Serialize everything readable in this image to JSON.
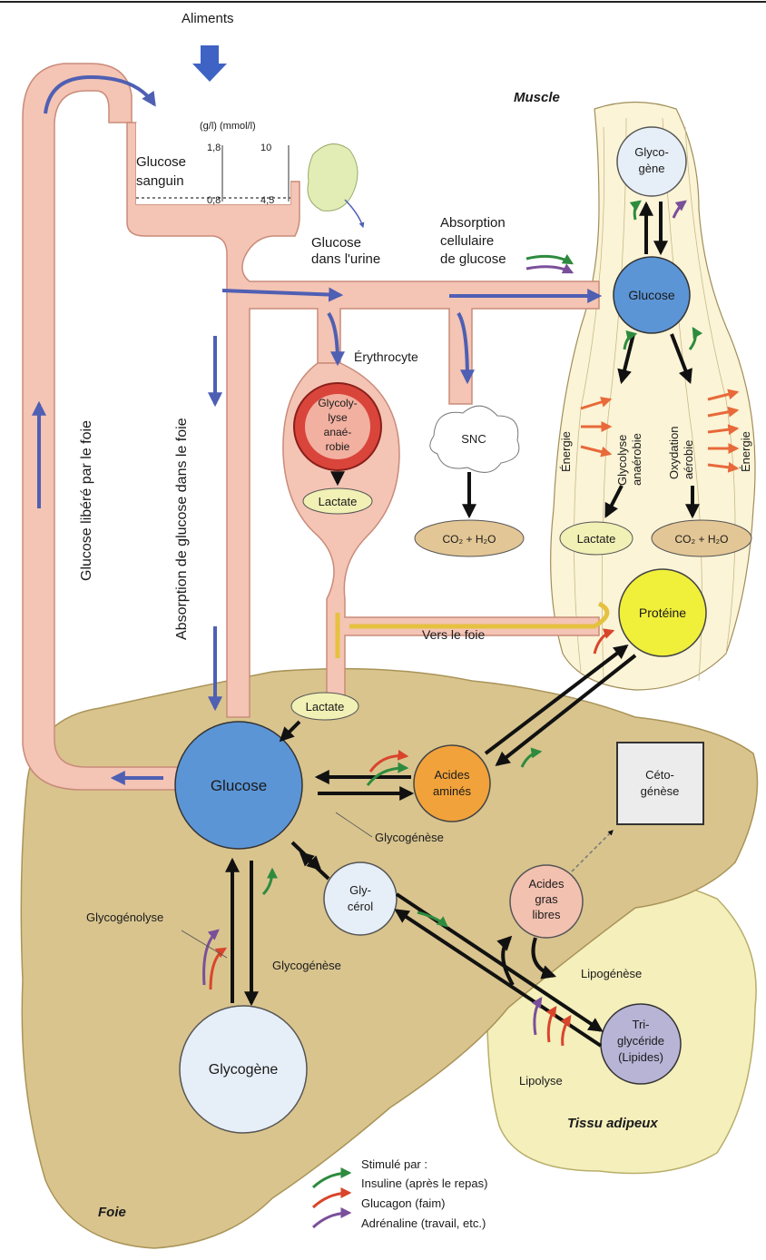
{
  "labels": {
    "aliments": "Aliments",
    "muscle": "Muscle",
    "foie": "Foie",
    "tissu_adipeux": "Tissu adipeux",
    "units": "(g/l) (mmol/l)",
    "scale_top_g": "1,8",
    "scale_top_mmol": "10",
    "scale_bottom_g": "0,8",
    "scale_bottom_mmol": "4,5",
    "glucose_sanguin_1": "Glucose",
    "glucose_sanguin_2": "sanguin",
    "glucose_urine_1": "Glucose",
    "glucose_urine_2": "dans l'urine",
    "absorption_1": "Absorption",
    "absorption_2": "cellulaire",
    "absorption_3": "de glucose",
    "erythrocyte": "Érythrocyte",
    "glycolyse_1": "Glycoly-",
    "glycolyse_2": "lyse",
    "glycolyse_3": "anaé-",
    "glycolyse_4": "robie",
    "snc": "SNC",
    "lactate": "Lactate",
    "co2_h2o": "CO₂ + H₂O",
    "vers_le_foie": "Vers le foie",
    "glucose_libere": "Glucose libéré par le foie",
    "absorption_foie": "Absorption de glucose dans le foie",
    "energie": "Énergie",
    "glycolyse_anaerobie_1": "Glycolyse",
    "glycolyse_anaerobie_2": "anaérobie",
    "oxydation_aerobie_1": "Oxydation",
    "oxydation_aerobie_2": "aérobie",
    "glycogene_muscle_1": "Glyco-",
    "glycogene_muscle_2": "gène",
    "glucose": "Glucose",
    "proteine": "Protéine",
    "acides_amines_1": "Acides",
    "acides_amines_2": "aminés",
    "cetogenese_1": "Céto-",
    "cetogenese_2": "génèse",
    "glycogenese": "Glycogénèse",
    "glycogenolyse": "Glycogénolyse",
    "glycerol_1": "Gly-",
    "glycerol_2": "cérol",
    "acides_gras_1": "Acides",
    "acides_gras_2": "gras",
    "acides_gras_3": "libres",
    "lipogenese": "Lipogénèse",
    "lipolyse": "Lipolyse",
    "triglyceride_1": "Tri-",
    "triglyceride_2": "glycéride",
    "triglyceride_3": "(Lipides)",
    "glycogene_foie": "Glycogène"
  },
  "legend": {
    "title": "Stimulé par :",
    "items": [
      {
        "label": "Insuline (après le repas)",
        "color": "#2e8b3e"
      },
      {
        "label": "Glucagon (faim)",
        "color": "#d9452b"
      },
      {
        "label": "Adrénaline (travail, etc.)",
        "color": "#7a4f9a"
      }
    ]
  },
  "colors": {
    "vessel": "#f4c4b4",
    "vessel_stroke": "#c98b7a",
    "liver": "#d9c48e",
    "adipose": "#f4efbb",
    "muscle": "#fbf4d6",
    "glucose_node": "#5b95d6",
    "glycogen_node": "#e6eef7",
    "amino_node": "#f1a23a",
    "protein_node": "#f0ef3a",
    "fatty_node": "#f3c1b0",
    "trig_node": "#b7b4d6",
    "flow_arrow": "#4f5fb3"
  }
}
